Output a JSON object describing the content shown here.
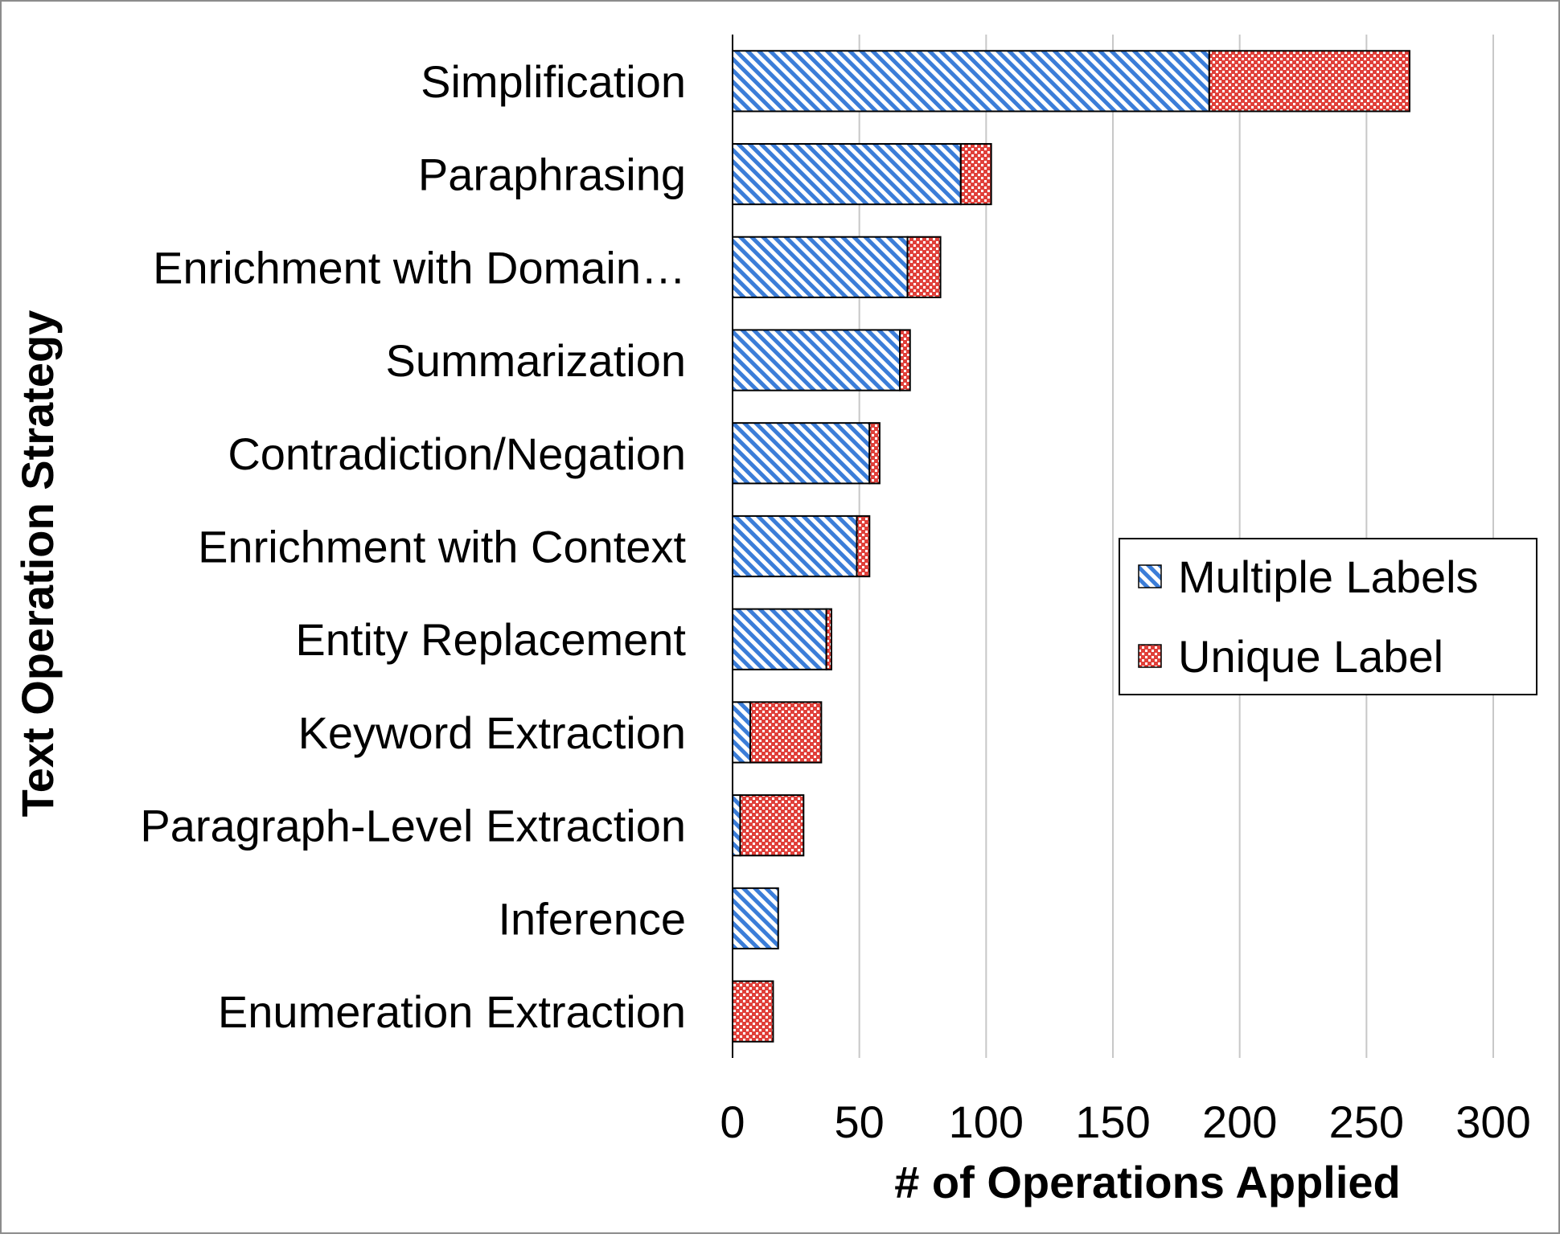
{
  "chart_data": {
    "type": "bar",
    "orientation": "horizontal",
    "stacked": true,
    "title": "",
    "xlabel": "# of Operations Applied",
    "ylabel": "Text Operation Strategy",
    "categories": [
      "Simplification",
      "Paraphrasing",
      "Enrichment with Domain…",
      "Summarization",
      "Contradiction/Negation",
      "Enrichment with Context",
      "Entity Replacement",
      "Keyword Extraction",
      "Paragraph-Level Extraction",
      "Inference",
      "Enumeration Extraction"
    ],
    "series": [
      {
        "name": "Multiple Labels",
        "values": [
          188,
          90,
          69,
          66,
          54,
          49,
          37,
          7,
          3,
          18,
          0
        ],
        "color": "#3b7dd8",
        "pattern": "diagonal-hatch"
      },
      {
        "name": "Unique Label",
        "values": [
          79,
          12,
          13,
          4,
          4,
          5,
          2,
          28,
          25,
          0,
          16
        ],
        "color": "#e0403a",
        "pattern": "checker"
      }
    ],
    "xlim": [
      0,
      300
    ],
    "xticks": [
      "0",
      "50",
      "100",
      "150",
      "200",
      "250",
      "300"
    ],
    "grid": "vertical",
    "legend": {
      "placement": "right",
      "entries": [
        "Multiple Labels",
        "Unique Label"
      ]
    }
  }
}
